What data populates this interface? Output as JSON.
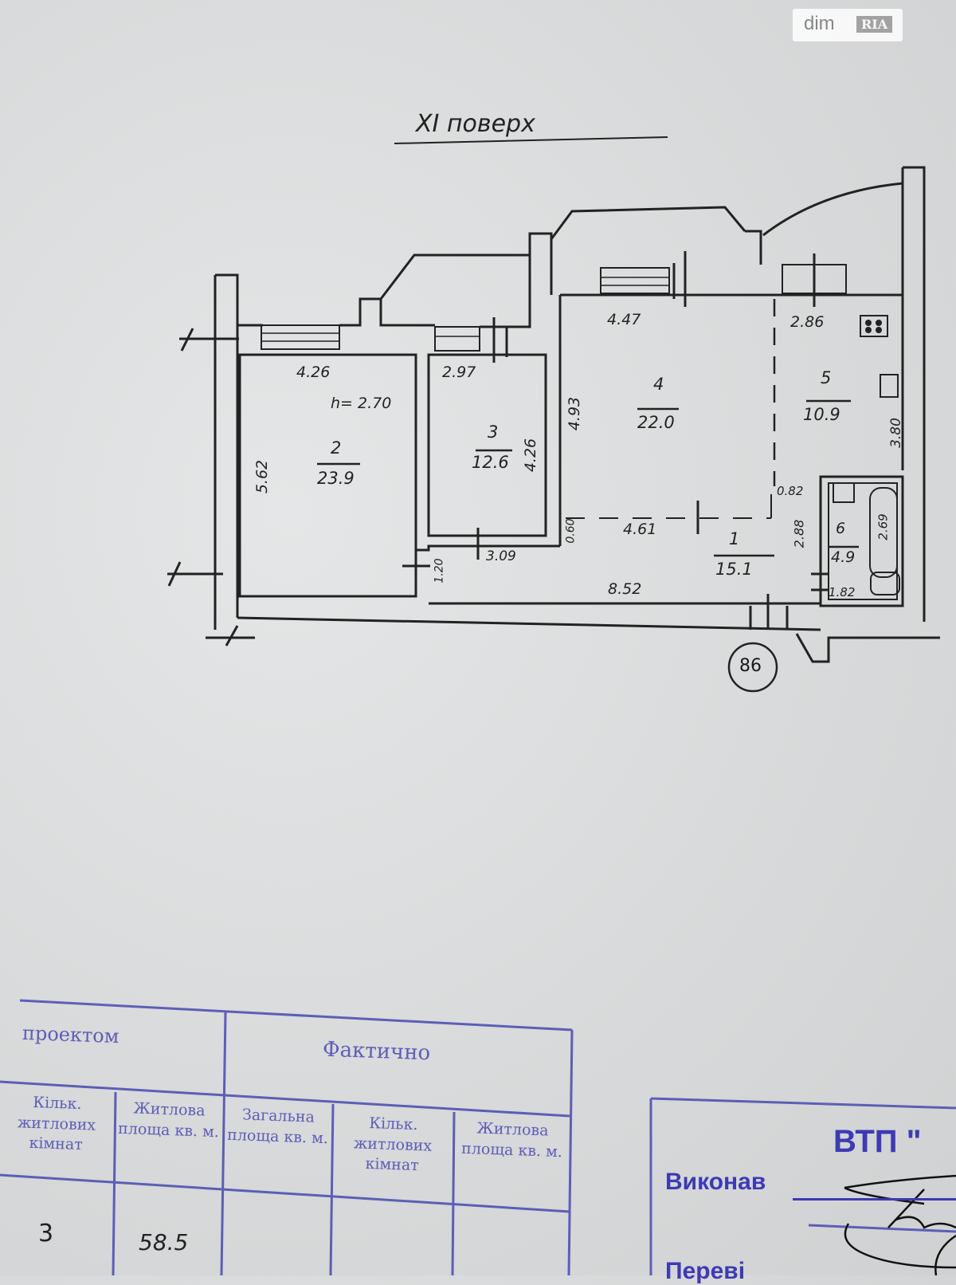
{
  "watermark": {
    "brand_left": "dim",
    "brand_right": "RIA"
  },
  "plan": {
    "title": "XI поверх",
    "ceiling_height": "h= 2.70",
    "apartment_number": "86",
    "rooms": [
      {
        "number": "1",
        "area": "15.1"
      },
      {
        "number": "2",
        "area": "23.9"
      },
      {
        "number": "3",
        "area": "12.6"
      },
      {
        "number": "4",
        "area": "22.0"
      },
      {
        "number": "5",
        "area": "10.9"
      },
      {
        "number": "6",
        "area": "4.9"
      }
    ],
    "dimensions": {
      "room2_width": "4.26",
      "room2_length": "5.62",
      "room3_width": "2.97",
      "room3_length": "4.26",
      "room4_width": "4.47",
      "room4_length": "4.93",
      "room5_width": "2.86",
      "room5_length": "3.80",
      "hall_width": "4.61",
      "hall_length": "8.52",
      "hall_opening": "0.60",
      "corridor_width": "3.09",
      "corridor_depth": "1.20",
      "niche": "0.82",
      "bath_length": "2.88",
      "bath_width": "1.82",
      "bathtub": "2.69"
    }
  },
  "table": {
    "section_project": "проектом",
    "section_actual": "Фактично",
    "headers": [
      "Кільк. житлових кімнат",
      "Житлова площа кв. м.",
      "Загальна площа кв. м.",
      "Кільк. житлових кімнат",
      "Житлова площа кв. м."
    ],
    "values": [
      "3",
      "58.5"
    ]
  },
  "stamp": {
    "org": "ВТП \"",
    "performed_by": "Виконав",
    "checked_by": "Переві"
  }
}
